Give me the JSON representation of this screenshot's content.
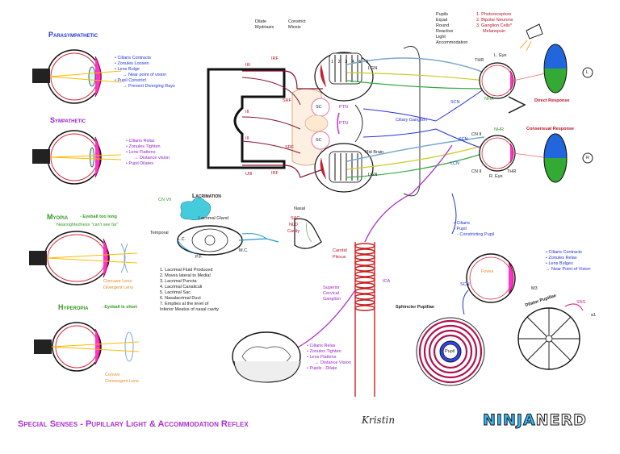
{
  "eye_panels": {
    "parasympathetic": {
      "title": "Parasympathetic",
      "items": [
        "• Ciliaris Contracts",
        "• Zonules Loosen",
        "• Lens Bulge",
        "→ Near point of vision",
        "• Pupil Constrict",
        "→ Prevent Diverging Rays"
      ]
    },
    "sympathetic": {
      "title": "Sympathetic",
      "items": [
        "• Ciliaris Relax",
        "• Zonules Tighten",
        "• Lens Flattens",
        "→ Distance vision",
        "• Pupil Dilates"
      ]
    },
    "myopia": {
      "title": "Myopia",
      "desc": "- Eyeball too long",
      "desc2": "Nearsightedness \"can't see far\"",
      "lens": "Concave Lens",
      "lens2": "Divergent Lens"
    },
    "hyperopia": {
      "title": "Hyperopia",
      "desc": "- Eyeball is short",
      "lens": "Convex",
      "lens2": "Convergent Lens"
    }
  },
  "top_labels": {
    "dilate": "Dilate",
    "mydriasis": "Mydriasis",
    "constrict": "Constrict",
    "miosis": "Miosis"
  },
  "pupil_box": {
    "items": [
      "Pupils",
      "Equal",
      "Round",
      "Reactive",
      "Light",
      "Accommodation"
    ],
    "cells": [
      "1. Photoreceptors",
      "2. Bipolar Neurons",
      "3. Ganglion Cells*",
      "Melanopsin"
    ]
  },
  "pathway": {
    "lgn_top": "LGN",
    "lgn_bottom": "LGN",
    "irf_top": "IRF",
    "irf_bottom": "IRF",
    "srf_top": "SRF",
    "srf_bottom": "SRF",
    "roman_top": "IIII",
    "roman_mid": "III",
    "roman_mid2": "III",
    "roman_bottom": "UIII",
    "sc_top": "SC",
    "sc_bottom": "SC",
    "ptn_top": "PTN",
    "ptn_bottom": "PTN",
    "midbrain": "Mid Brain",
    "layers": [
      "1",
      "2",
      "3",
      "4",
      "5",
      "6"
    ],
    "ciliary_ganglion": "Ciliary Ganglion",
    "scn_top": "SCN",
    "scn_mid": "SCN",
    "lcn": "LCN",
    "thr_top": "THR",
    "nhr_top": "NHR",
    "nhr_bottom": "NHR",
    "thr_bottom": "THR",
    "cn2_top": "CN II",
    "cn2_bottom": "CN II",
    "l_eye": "L. Eye",
    "r_eye": "R. Eye",
    "direct": "Direct Response",
    "consensual": "Consensual Response",
    "l_marker": "L",
    "r_marker": "R"
  },
  "lacrimation": {
    "title": "Lacrimation",
    "cn7": "CN VII",
    "gland": "Lacrimal Gland",
    "temporal": "Temporal",
    "lc": "L.C.",
    "pf": "P.F.",
    "mc": "M.C.",
    "nasal": "Nasal",
    "sac": "SAC",
    "nld": "NLD",
    "cavity": "Cavity",
    "steps": [
      "1. Lacrimal Fluid Produced",
      "2. Moves lateral to Medial",
      "3. Lacrimal Puncta",
      "4. Lacrimal Canaliculi",
      "5. Lacrimal Sac",
      "6. Nasalacrimal Duct",
      "7. Empties at the level of",
      "Inferior Meatus of nasal cavity"
    ]
  },
  "sympathetic_chain": {
    "carotid": "Carotid",
    "plexus": "Plexus",
    "ica": "ICA",
    "superior": "Superior",
    "cervical": "Cervical",
    "ganglion": "Ganglion",
    "effects": [
      "• Ciliaris Relax",
      "• Zonules Tighten",
      "• Lens Flattens",
      "→ Distance Vision",
      "• Pupils - Dilate"
    ]
  },
  "pupil_muscles": {
    "cn3_list": [
      "• Ciliaris",
      "• Pupil",
      "- Constricting Pupil"
    ],
    "para_effects": [
      "• Ciliaris Contracts",
      "• Zonules Relax",
      "• Lens Bulges",
      "→ Near Point of Vision"
    ],
    "fovea": "Fovea",
    "scn": "SCN",
    "m3": "M3",
    "sphincter": "Sphincter Pupillae",
    "dilator": "Dilator Pupillae",
    "pupil_word": "Pupil",
    "sns": "SNS",
    "alpha": "α1"
  },
  "footer": {
    "title": "Special Senses - Pupillary Light & Accommodation Reflex",
    "logo_a": "NINJA",
    "logo_b": "NERD"
  },
  "colors": {
    "para": "#2233dd",
    "symp": "#9922cc",
    "myopia": "#339922",
    "orange": "#ee8822",
    "red": "#bb1122",
    "brain_fill": "#ffffff",
    "sky": "#33bbff"
  }
}
